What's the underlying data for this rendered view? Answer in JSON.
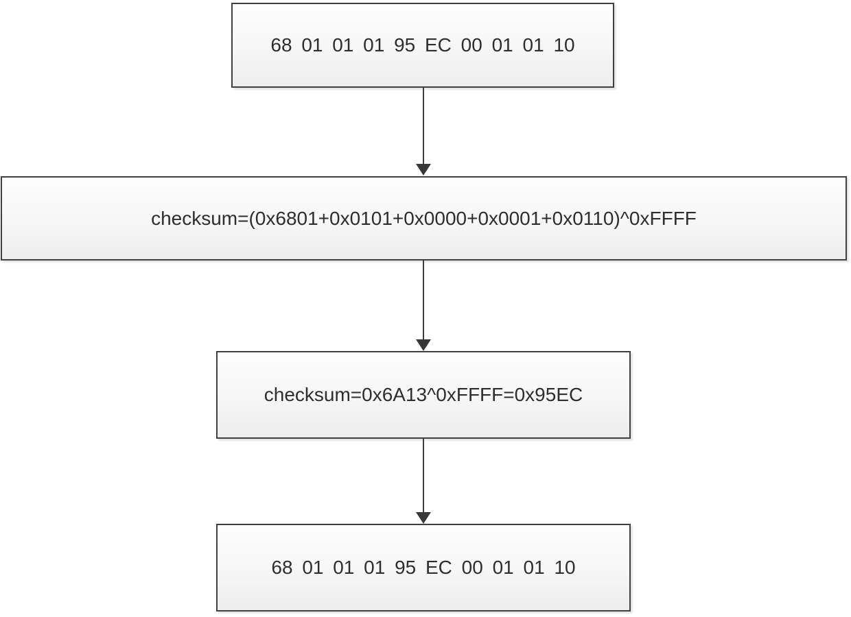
{
  "diagram": {
    "type": "flowchart",
    "description": "Checksum calculation flow for a serial frame",
    "nodes": [
      {
        "id": "frame-input",
        "label": "68 01 01 01 95 EC 00 01 01 10"
      },
      {
        "id": "checksum-formula",
        "label": "checksum=(0x6801+0x0101+0x0000+0x0001+0x0110)^0xFFFF"
      },
      {
        "id": "checksum-result",
        "label": "checksum=0x6A13^0xFFFF=0x95EC"
      },
      {
        "id": "frame-output",
        "label": "68 01 01 01 95 EC 00 01 01 10"
      }
    ],
    "edges": [
      {
        "from": "frame-input",
        "to": "checksum-formula",
        "direction": "down"
      },
      {
        "from": "checksum-formula",
        "to": "checksum-result",
        "direction": "down"
      },
      {
        "from": "checksum-result",
        "to": "frame-output",
        "direction": "down"
      }
    ],
    "colors": {
      "background": "#ffffff",
      "node_border": "#3f3f3f",
      "node_fill_top": "#fdfdfd",
      "node_fill_bottom": "#ededed",
      "arrow": "#3d3d3d",
      "text": "#2e2e2e"
    }
  }
}
